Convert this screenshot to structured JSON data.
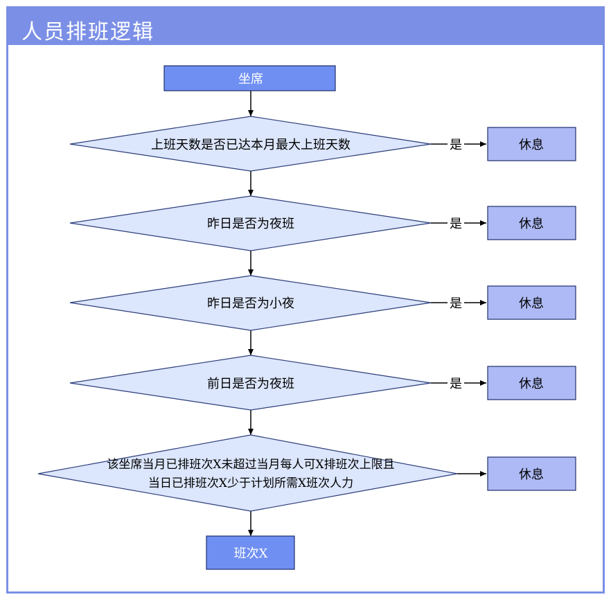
{
  "title": "人员排班逻辑",
  "nodes": {
    "start": "坐席",
    "d1": "上班天数是否已达本月最大上班天数",
    "d2": "昨日是否为夜班",
    "d3": "昨日是否为小夜",
    "d4": "前日是否为夜班",
    "d5_line1": "该坐席当月已排班次X未超过当月每人可X排班次上限且",
    "d5_line2": "当日已排班次X少于计划所需X班次人力",
    "rest1": "休息",
    "rest2": "休息",
    "rest3": "休息",
    "rest4": "休息",
    "rest5": "休息",
    "end": "班次X"
  },
  "edges": {
    "yes1": "是",
    "yes2": "是",
    "yes3": "是",
    "yes4": "是"
  },
  "colors": {
    "accent": "#7b8fe6",
    "start_fill": "#6f8ff2",
    "diamond_fill": "#dce6fc",
    "rest_fill": "#aebaf5"
  }
}
